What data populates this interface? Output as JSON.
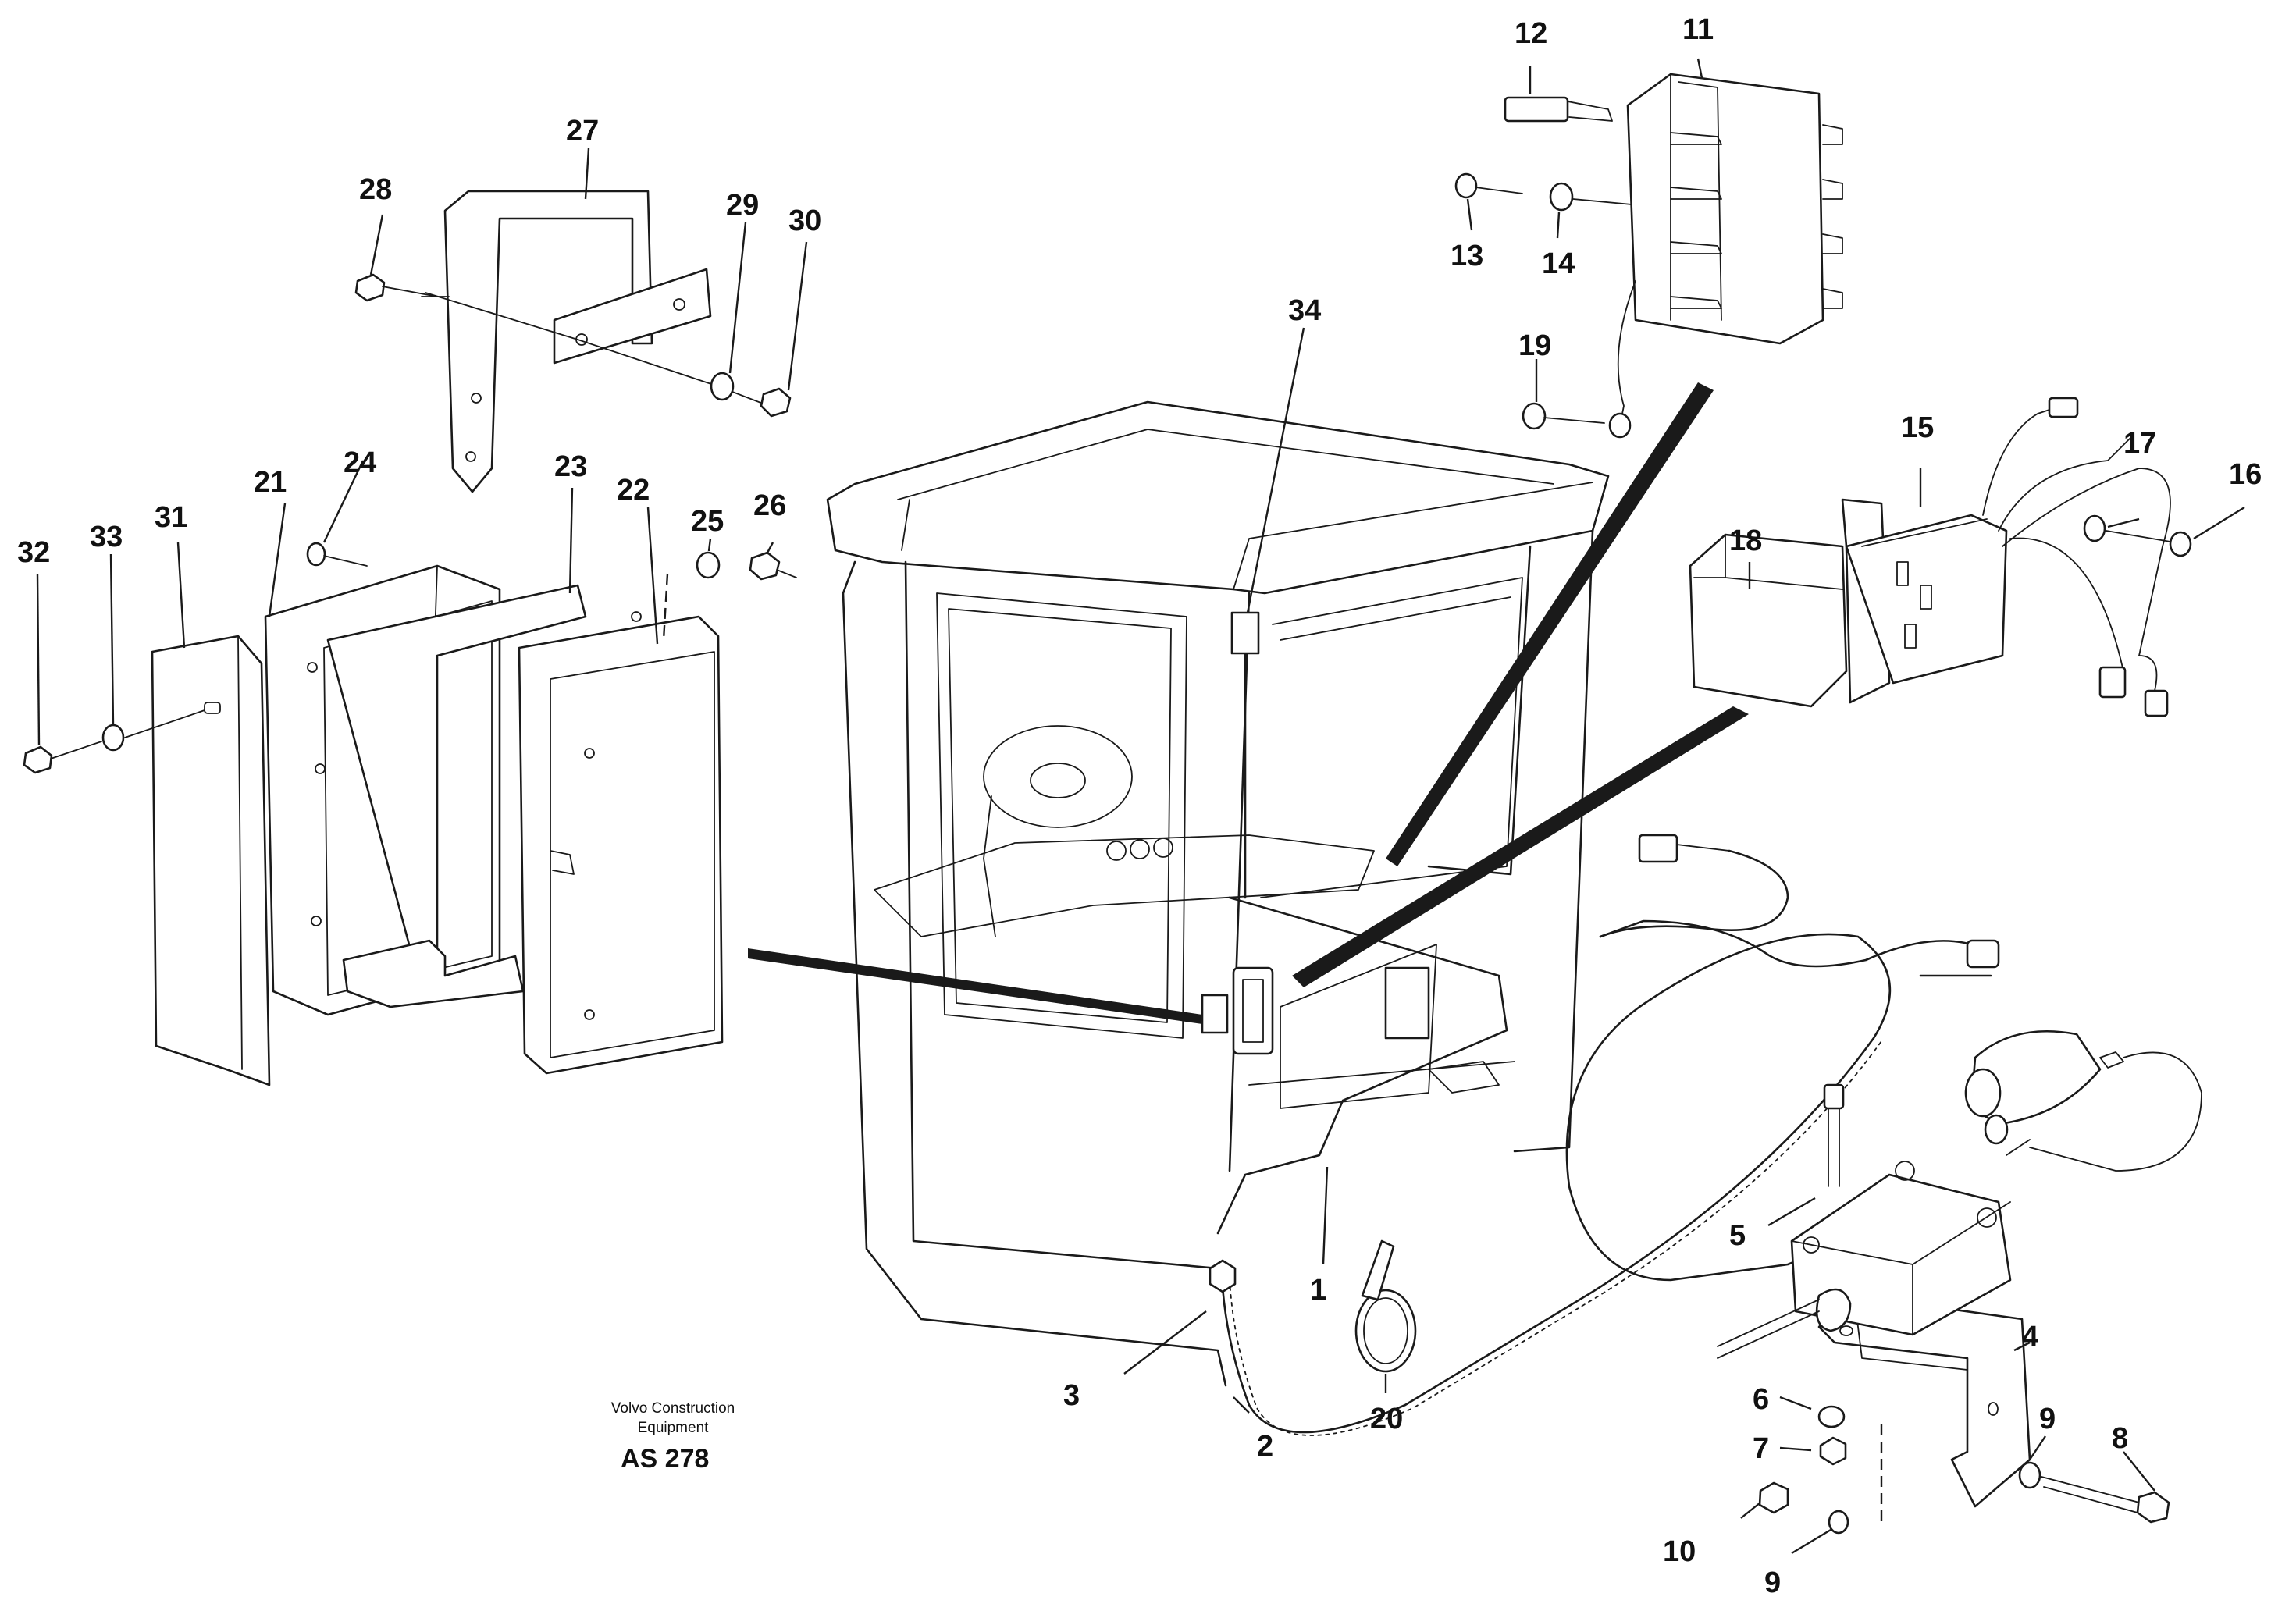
{
  "credit": {
    "line1": "Volvo Construction",
    "line2": "Equipment",
    "code": "AS 278"
  },
  "callouts": [
    {
      "id": "1",
      "label": "1"
    },
    {
      "id": "2",
      "label": "2"
    },
    {
      "id": "3",
      "label": "3"
    },
    {
      "id": "4",
      "label": "4"
    },
    {
      "id": "5",
      "label": "5"
    },
    {
      "id": "6",
      "label": "6"
    },
    {
      "id": "7",
      "label": "7"
    },
    {
      "id": "8",
      "label": "8"
    },
    {
      "id": "9a",
      "label": "9"
    },
    {
      "id": "9b",
      "label": "9"
    },
    {
      "id": "10",
      "label": "10"
    },
    {
      "id": "11",
      "label": "11"
    },
    {
      "id": "12",
      "label": "12"
    },
    {
      "id": "13",
      "label": "13"
    },
    {
      "id": "14",
      "label": "14"
    },
    {
      "id": "15",
      "label": "15"
    },
    {
      "id": "16",
      "label": "16"
    },
    {
      "id": "17",
      "label": "17"
    },
    {
      "id": "18",
      "label": "18"
    },
    {
      "id": "19",
      "label": "19"
    },
    {
      "id": "20",
      "label": "20"
    },
    {
      "id": "21",
      "label": "21"
    },
    {
      "id": "22",
      "label": "22"
    },
    {
      "id": "23",
      "label": "23"
    },
    {
      "id": "24",
      "label": "24"
    },
    {
      "id": "25",
      "label": "25"
    },
    {
      "id": "26",
      "label": "26"
    },
    {
      "id": "27",
      "label": "27"
    },
    {
      "id": "28",
      "label": "28"
    },
    {
      "id": "29",
      "label": "29"
    },
    {
      "id": "30",
      "label": "30"
    },
    {
      "id": "31",
      "label": "31"
    },
    {
      "id": "32",
      "label": "32"
    },
    {
      "id": "33",
      "label": "33"
    },
    {
      "id": "34",
      "label": "34"
    }
  ]
}
